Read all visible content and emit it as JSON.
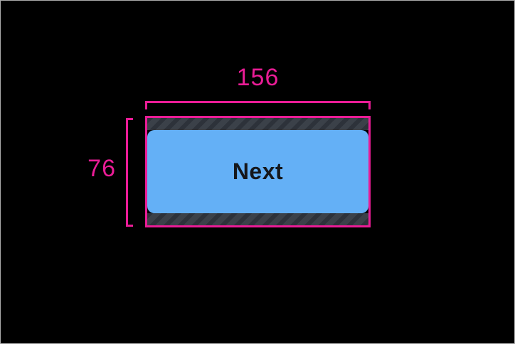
{
  "canvas": {
    "background": "#000000",
    "border_color": "#ababab"
  },
  "measurements": {
    "width_label": "156",
    "height_label": "76"
  },
  "button": {
    "label": "Next"
  },
  "colors": {
    "accent_pink": "#ea1c96",
    "button_blue": "#64b0f6",
    "button_text": "#15171b",
    "padding_base": "#3b4149",
    "padding_stripe": "#2d323a",
    "canvas_bg": "#000000",
    "canvas_border": "#ababab"
  }
}
